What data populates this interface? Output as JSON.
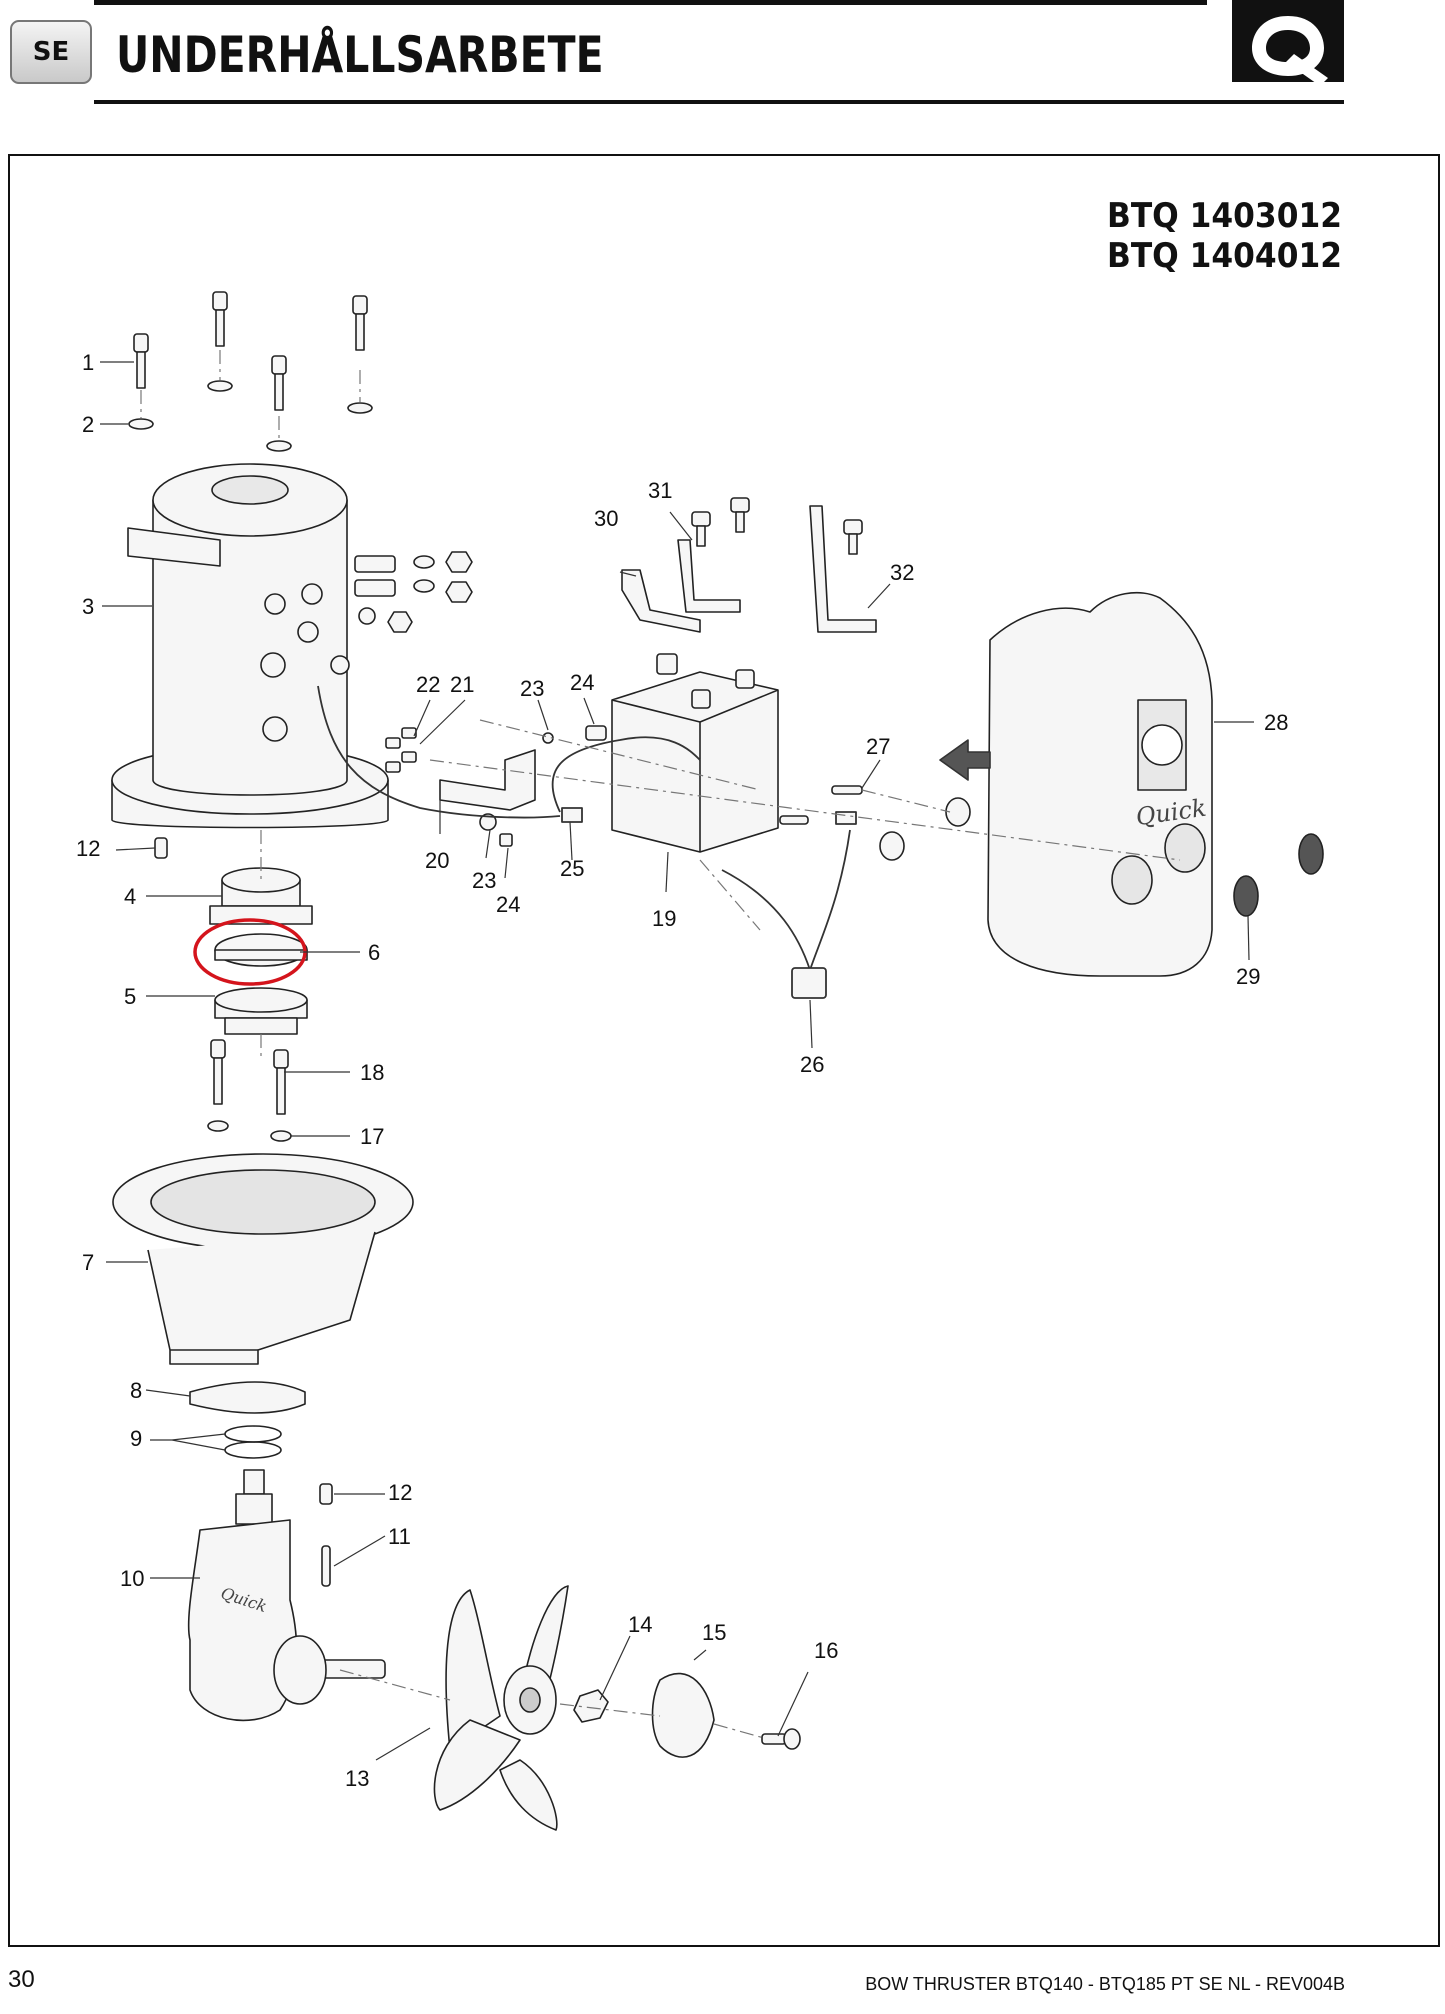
{
  "header": {
    "language_badge": "SE",
    "title": "UNDERHÅLLSARBETE",
    "logo_icon": "quick-logo-icon"
  },
  "diagram": {
    "model_codes": [
      "BTQ 1403012",
      "BTQ 1404012"
    ],
    "part_labels": [
      "1",
      "2",
      "3",
      "12",
      "4",
      "6",
      "5",
      "18",
      "17",
      "7",
      "8",
      "9",
      "12",
      "11",
      "10",
      "13",
      "14",
      "15",
      "16",
      "22",
      "21",
      "23",
      "24",
      "20",
      "23",
      "24",
      "25",
      "19",
      "26",
      "27",
      "28",
      "29",
      "30",
      "31",
      "32"
    ],
    "highlighted_part": "6",
    "highlight_color": "#d4141c",
    "cover_brand": "Quick",
    "gearleg_brand": "Quick"
  },
  "footer": {
    "page_number": "30",
    "document_reference": "BOW THRUSTER BTQ140 - BTQ185  PT SE NL - REV004B"
  }
}
